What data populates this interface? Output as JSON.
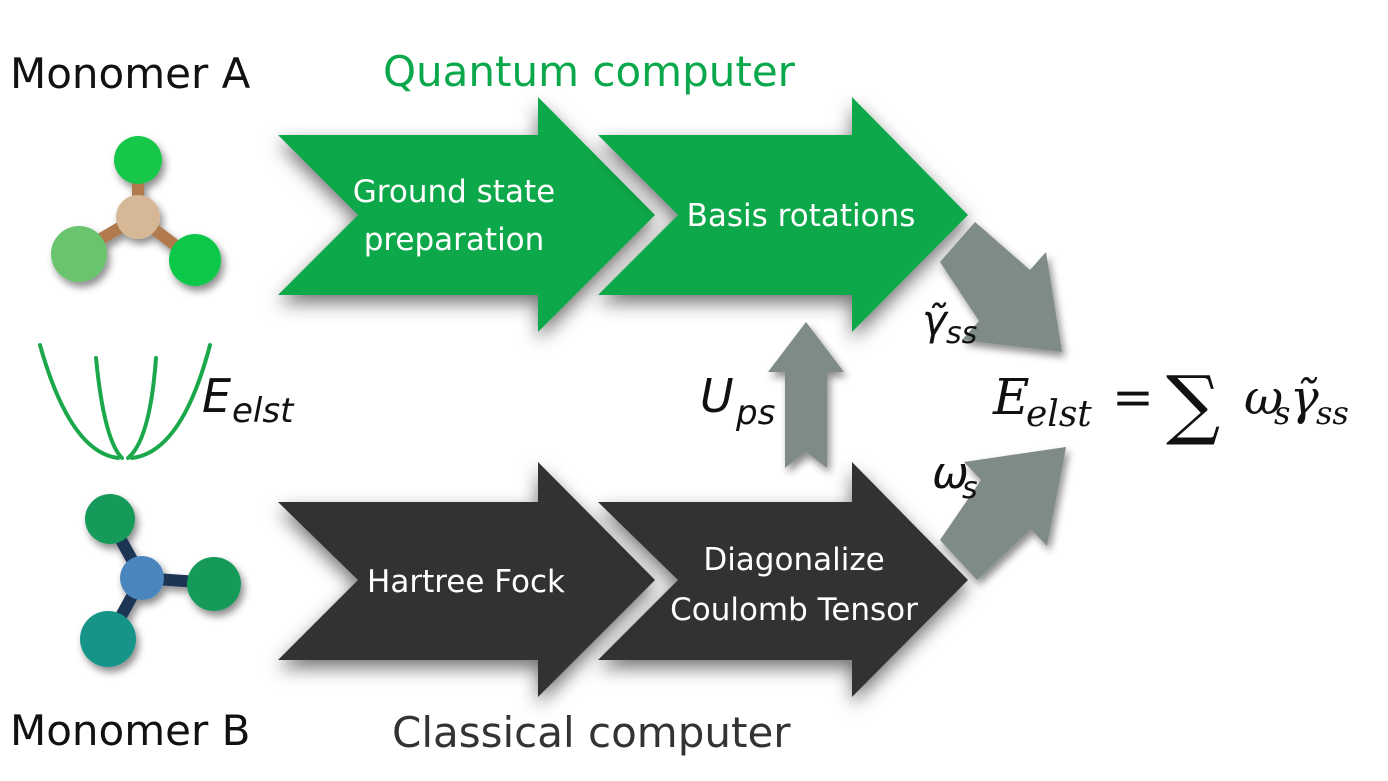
{
  "labels": {
    "monomer_a": "Monomer A",
    "monomer_b": "Monomer B",
    "quantum_computer": "Quantum computer",
    "classical_computer": "Classical computer"
  },
  "steps": {
    "ground_state_line1": "Ground state",
    "ground_state_line2": "preparation",
    "basis_rotations": "Basis rotations",
    "hartree_fock": "Hartree Fock",
    "diagonalize_line1": "Diagonalize",
    "diagonalize_line2": "Coulomb Tensor"
  },
  "math": {
    "e_elst_left": {
      "base": "E",
      "sub": "elst"
    },
    "u_ps": {
      "base": "U",
      "sub": "ps"
    },
    "gamma_ss": {
      "base": "γ̃",
      "sub": "ss"
    },
    "omega_s": {
      "base": "ω",
      "sub": "s"
    },
    "equation": {
      "lhs_base": "E",
      "lhs_sub": "elst",
      "equals": "=",
      "sum": "∑",
      "w_base": "ω",
      "w_sub": "s",
      "g_base": "γ̃",
      "g_sub": "ss"
    }
  },
  "colors": {
    "quantum_green": "#0aa84b",
    "arrow_green": "#10a84a",
    "arrow_dark": "#333333",
    "arrow_grey": "#7f8c86",
    "parabola_green": "#1aa84a",
    "mol_a_center": "#d6b896",
    "mol_a_bond": "#b07a4e",
    "mol_a_atom1": "#13c748",
    "mol_a_atom2": "#6ac46e",
    "mol_a_atom3": "#0fc748",
    "mol_b_center": "#4a86be",
    "mol_b_bond": "#1f3554",
    "mol_b_atom1": "#169a5a",
    "mol_b_atom2": "#129a5a",
    "mol_b_atom3": "#169488"
  },
  "icons": [
    "molecule-a-icon",
    "molecule-b-icon",
    "potential-parabola-icon"
  ]
}
